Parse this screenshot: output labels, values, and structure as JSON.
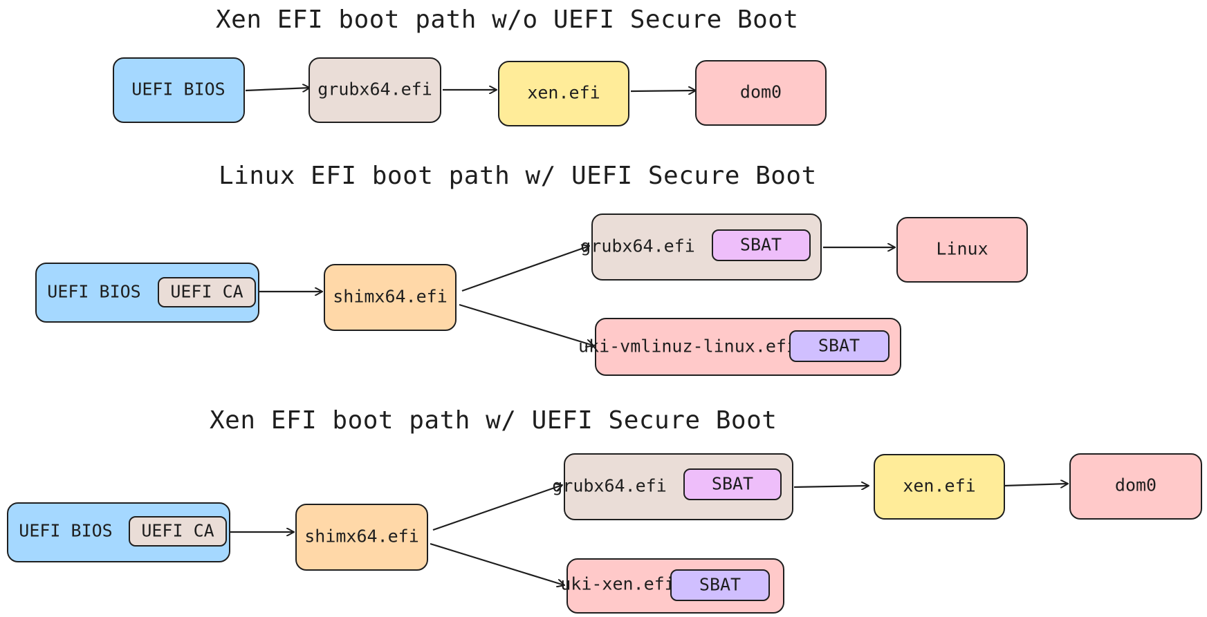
{
  "titles": {
    "t1": "Xen EFI boot path w/o UEFI Secure Boot",
    "t2": "Linux EFI boot path w/ UEFI Secure Boot",
    "t3": "Xen EFI boot path w/ UEFI Secure Boot"
  },
  "diagram1": {
    "uefi_bios": "UEFI BIOS",
    "grub": "grubx64.efi",
    "xen": "xen.efi",
    "dom0": "dom0"
  },
  "diagram2": {
    "uefi_bios": "UEFI BIOS",
    "uefi_ca": "UEFI CA",
    "shim": "shimx64.efi",
    "grub": "grubx64.efi",
    "grub_sbat": "SBAT",
    "linux": "Linux",
    "uki": "uki-vmlinuz-linux.efi",
    "uki_sbat": "SBAT"
  },
  "diagram3": {
    "uefi_bios": "UEFI BIOS",
    "uefi_ca": "UEFI CA",
    "shim": "shimx64.efi",
    "grub": "grubx64.efi",
    "grub_sbat": "SBAT",
    "xen": "xen.efi",
    "dom0": "dom0",
    "uki": "uki-xen.efi",
    "uki_sbat": "SBAT"
  },
  "colors": {
    "stroke": "#1e1e1e",
    "blue": "#a5d8ff",
    "tan": "#eaddd7",
    "yellow": "#ffec99",
    "pink": "#ffc9c9",
    "orange": "#ffd8a8",
    "magenta": "#eebefa",
    "violet": "#d0bfff"
  }
}
